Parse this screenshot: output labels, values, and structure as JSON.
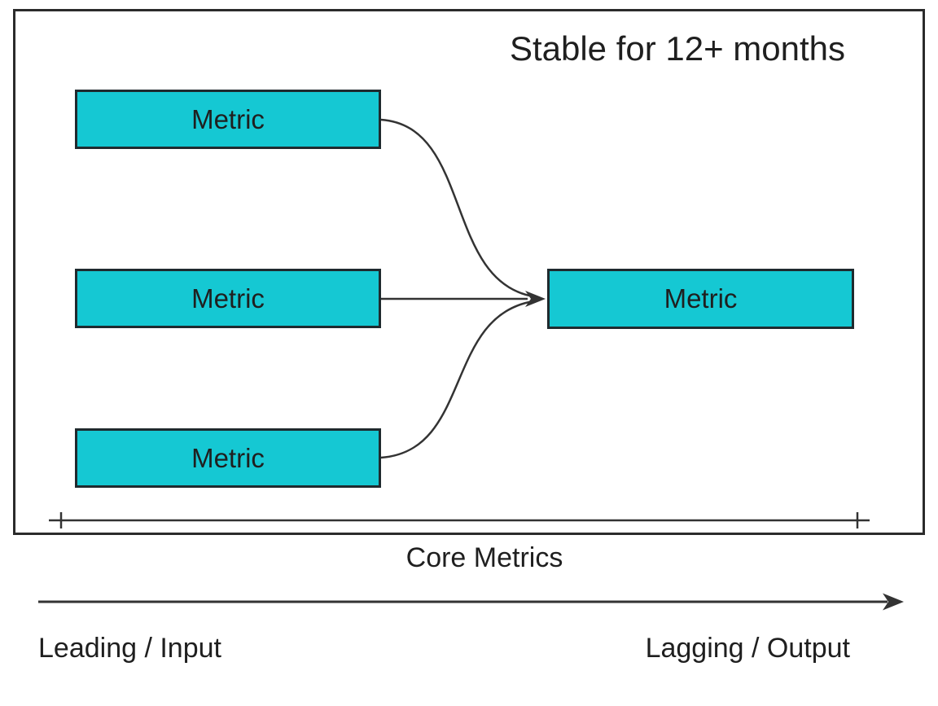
{
  "diagram": {
    "title": "Stable for 12+ months",
    "source_boxes": [
      {
        "label": "Metric"
      },
      {
        "label": "Metric"
      },
      {
        "label": "Metric"
      }
    ],
    "target_box": {
      "label": "Metric"
    },
    "span_caption": "Core Metrics",
    "axis": {
      "left_label": "Leading / Input",
      "right_label": "Lagging / Output"
    },
    "icons": {
      "convergence_arrowhead": "arrow-right-icon",
      "timeline_arrowhead": "arrow-right-icon"
    },
    "colors": {
      "box_fill": "#15c8d3",
      "box_border": "#1f2a2e",
      "line": "#333333",
      "frame": "#2b2b2b",
      "text": "#1f1f1f"
    }
  }
}
